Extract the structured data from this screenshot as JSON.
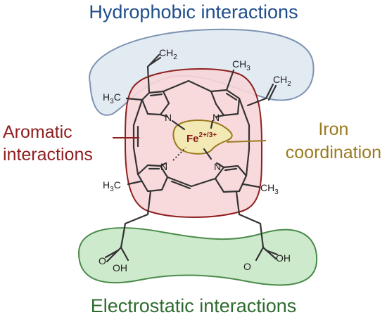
{
  "regions": {
    "hydrophobic": {
      "label": "Hydrophobic interactions",
      "color": "#1f4e8c",
      "fill": "#dde6f0",
      "stroke": "#7d93b2"
    },
    "aromatic": {
      "label_line1": "Aromatic",
      "label_line2": "interactions",
      "color": "#8f1f1f",
      "fill": "#f7d6d8",
      "stroke": "#8f1f1f"
    },
    "iron": {
      "label_line1": "Iron",
      "label_line2": "coordination",
      "color": "#9a7a20",
      "fill": "#f3e9b4",
      "stroke": "#9a7a20"
    },
    "electrostatic": {
      "label": "Electrostatic interactions",
      "color": "#2f6b2f",
      "fill": "#c9e8c6",
      "stroke": "#4a8a4a"
    }
  },
  "atoms": {
    "vinyl_left": "CH2",
    "vinyl_right": "CH2",
    "methyl_top": "CH3",
    "methyl_left_top": "H3C",
    "methyl_left_bottom": "H3C",
    "methyl_right_bottom": "CH3",
    "nitrogen": "N",
    "metal": "Fe",
    "metal_charge": "2+/3+",
    "oxygen": "O",
    "hydroxyl": "OH"
  }
}
